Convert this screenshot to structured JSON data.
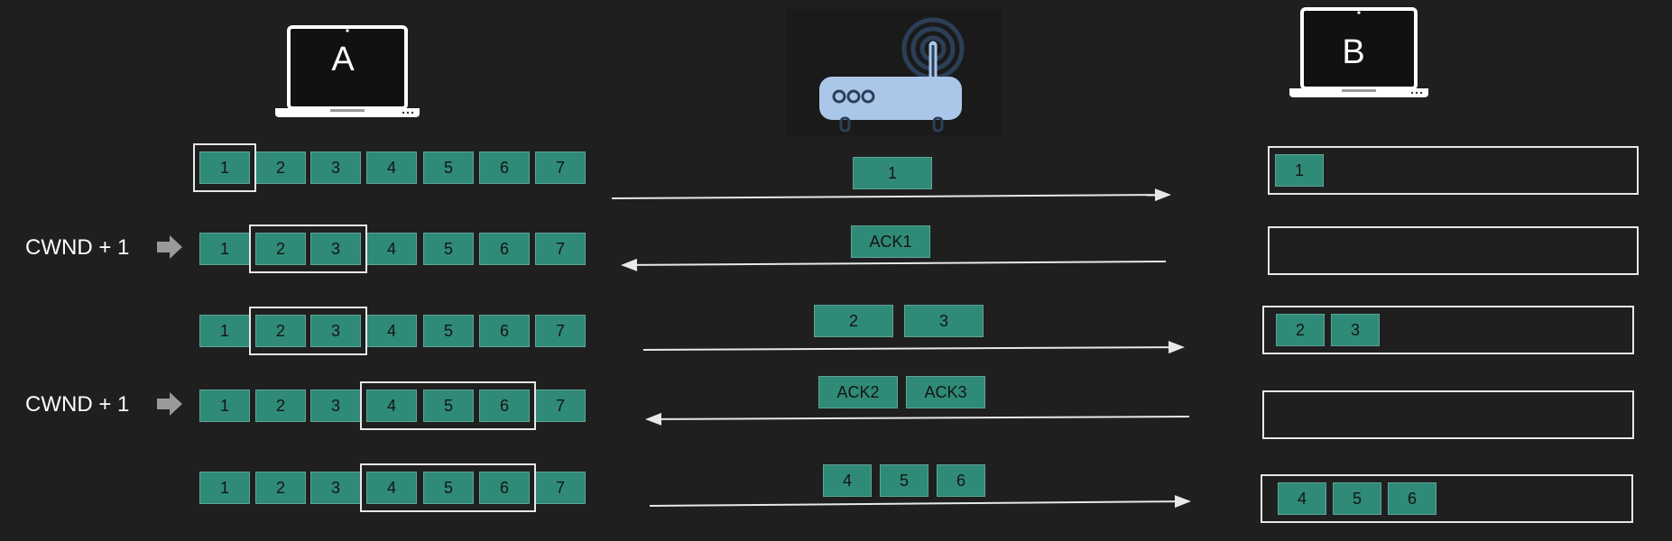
{
  "hosts": {
    "a": "A",
    "b": "B"
  },
  "icons": [
    "laptop-icon",
    "router-icon"
  ],
  "colors": {
    "background": "#1f1f1f",
    "packet": "#2f8a78",
    "outline": "#e8e8e8",
    "router": "#aac7ea",
    "router_dark": "#2c3f57"
  },
  "rows": [
    {
      "sender": [
        "1",
        "2",
        "3",
        "4",
        "5",
        "6",
        "7"
      ],
      "cwnd_label": "",
      "window": [
        0,
        0
      ],
      "transit": [
        "1"
      ],
      "direction": "right",
      "received": [
        "1"
      ]
    },
    {
      "sender": [
        "1",
        "2",
        "3",
        "4",
        "5",
        "6",
        "7"
      ],
      "cwnd_label": "CWND + 1",
      "window": [
        1,
        2
      ],
      "transit": [
        "ACK1"
      ],
      "direction": "left",
      "received": []
    },
    {
      "sender": [
        "1",
        "2",
        "3",
        "4",
        "5",
        "6",
        "7"
      ],
      "cwnd_label": "",
      "window": [
        1,
        2
      ],
      "transit": [
        "2",
        "3"
      ],
      "direction": "right",
      "received": [
        "2",
        "3"
      ]
    },
    {
      "sender": [
        "1",
        "2",
        "3",
        "4",
        "5",
        "6",
        "7"
      ],
      "cwnd_label": "CWND + 1",
      "window": [
        3,
        5
      ],
      "transit": [
        "ACK2",
        "ACK3"
      ],
      "direction": "left",
      "received": []
    },
    {
      "sender": [
        "1",
        "2",
        "3",
        "4",
        "5",
        "6",
        "7"
      ],
      "cwnd_label": "",
      "window": [
        3,
        5
      ],
      "transit": [
        "4",
        "5",
        "6"
      ],
      "direction": "right",
      "received": [
        "4",
        "5",
        "6"
      ]
    }
  ]
}
